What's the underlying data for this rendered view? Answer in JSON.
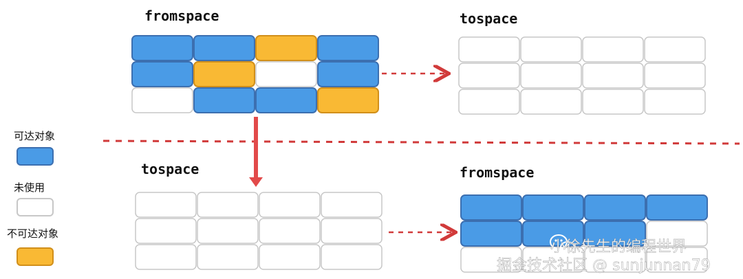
{
  "colors": {
    "reachable": "#4a9be6",
    "unused": "#ffffff",
    "unreachable": "#f9b934",
    "cell_border_filled": "#3c6fb0",
    "cell_border_empty": "#c7c7c7",
    "arrow": "#d13a3a"
  },
  "labels": {
    "top_left": "fromspace",
    "top_right": "tospace",
    "bottom_left": "tospace",
    "bottom_right": "fromspace"
  },
  "legend": [
    {
      "label": "可达对象",
      "state": "reachable"
    },
    {
      "label": "未使用",
      "state": "unused"
    },
    {
      "label": "不可达对象",
      "state": "unreachable"
    }
  ],
  "grids": {
    "top_left": [
      [
        "reachable",
        "reachable",
        "unreachable",
        "reachable"
      ],
      [
        "reachable",
        "unreachable",
        "unused",
        "reachable"
      ],
      [
        "unused",
        "reachable",
        "reachable",
        "unreachable"
      ]
    ],
    "top_right": [
      [
        "unused",
        "unused",
        "unused",
        "unused"
      ],
      [
        "unused",
        "unused",
        "unused",
        "unused"
      ],
      [
        "unused",
        "unused",
        "unused",
        "unused"
      ]
    ],
    "bottom_left": [
      [
        "unused",
        "unused",
        "unused",
        "unused"
      ],
      [
        "unused",
        "unused",
        "unused",
        "unused"
      ],
      [
        "unused",
        "unused",
        "unused",
        "unused"
      ]
    ],
    "bottom_right": [
      [
        "reachable",
        "reachable",
        "reachable",
        "reachable"
      ],
      [
        "reachable",
        "reachable",
        "reachable",
        "unused"
      ],
      [
        "unused",
        "unused",
        "unused",
        "unused"
      ]
    ]
  },
  "watermark": {
    "line1": "小徐先生的编程世界",
    "line2": "掘金技术社区 @ sunjunnan79",
    "icon": "wechat-icon"
  }
}
